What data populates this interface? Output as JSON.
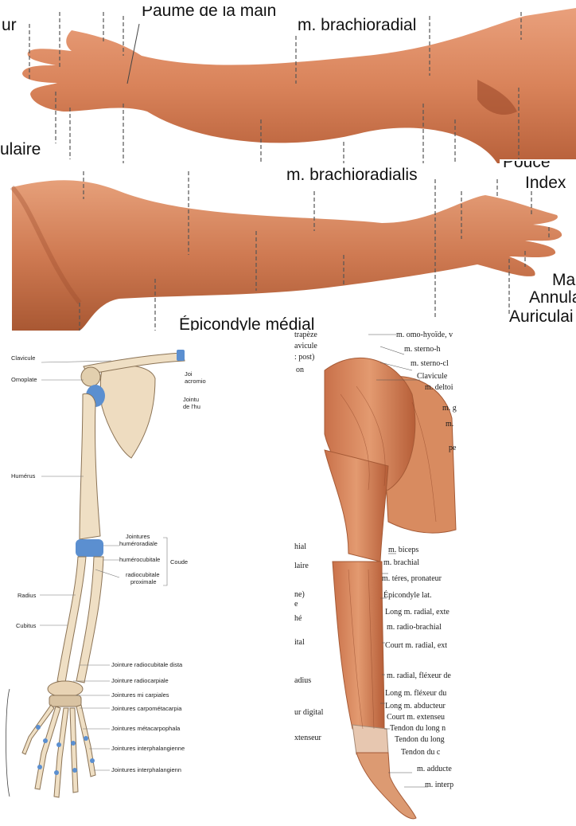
{
  "top_panel": {
    "labels": {
      "cut_left_top": "ur",
      "paume": "Paume de la main",
      "brachioradial": "m. brachioradial",
      "cut_left_mid": "ulaire",
      "brachioradialis": "m. brachioradialis",
      "cut_right_top": "Pouce",
      "index": "Index",
      "majeur_cut": "Ma",
      "annulaire_cut": "Annula",
      "auriculaire_cut": "Auriculai",
      "epicondyle": "Épicondyle médial"
    }
  },
  "skeleton_panel": {
    "labels": {
      "clavicule": "Clavicule",
      "omoplate": "Omoplate",
      "joint_acromio": "Joi\nacromio",
      "joint_humerus": "Jointu\nde l'hu",
      "humerus": "Humérus",
      "jointures": "Jointures",
      "humeroradiale": "huméroradiale",
      "humerocubitale": "humérocubitale",
      "radiocubitale": "radiocubitale",
      "proximale": "proximale",
      "coude": "Coude",
      "radius": "Radius",
      "cubitus": "Cubitus",
      "j_radiocub_dist": "Jointure radiocubitale dista",
      "j_radiocarp": "Jointure radiocarpiale",
      "j_mic": "Jointures mi carpiales",
      "j_carpomet": "Jointures carpométacarpia",
      "j_metacarpo": "Jointures métacarpophala",
      "j_interph1": "Jointures interphalangienne",
      "j_interph2": "Jointures interphalangienn"
    }
  },
  "muscle_panel": {
    "labels": {
      "trapeze": "trapèze",
      "avicule": "avicule",
      "post": ": post)",
      "on": "on",
      "omohyoide": "m. omo-hyoïde, v",
      "sterno_h": "m. sterno-h",
      "sterno_cl": "m. sterno-cl",
      "clavicule": "Clavicule",
      "deltoide": "m. deltoi",
      "g": "m. g",
      "m_cut": "m.",
      "pe": "pe",
      "biceps": "m. biceps",
      "brachial": "m. brachial",
      "teres": "m. téres, pronateur",
      "epicondyle_lat": "Épicondyle lat.",
      "long_radial": "Long m. radial, exte",
      "radio_brachial": "m. radio-brachial",
      "court_radial": "Court m. radial, ext",
      "radial_flexeur": "m. radial, fléxeur de",
      "long_flexeur": "Long m. fléxeur du",
      "long_abducteur": "Long m. abducteur",
      "court_extenseur": "Court m. extenseu",
      "tendon1": "Tendon du long n",
      "tendon2": "Tendon du long",
      "tendon3": "Tendon du c",
      "adducteur": "m. adducte",
      "interp": "m. interp",
      "l_hial": "hial",
      "l_laire": "laire",
      "l_ne": "ne)",
      "l_e": "e",
      "l_he": "hé",
      "l_ital": "ital",
      "l_adius": "adius",
      "l_digital": "ur digital",
      "l_extenseur": "xtenseur"
    }
  }
}
